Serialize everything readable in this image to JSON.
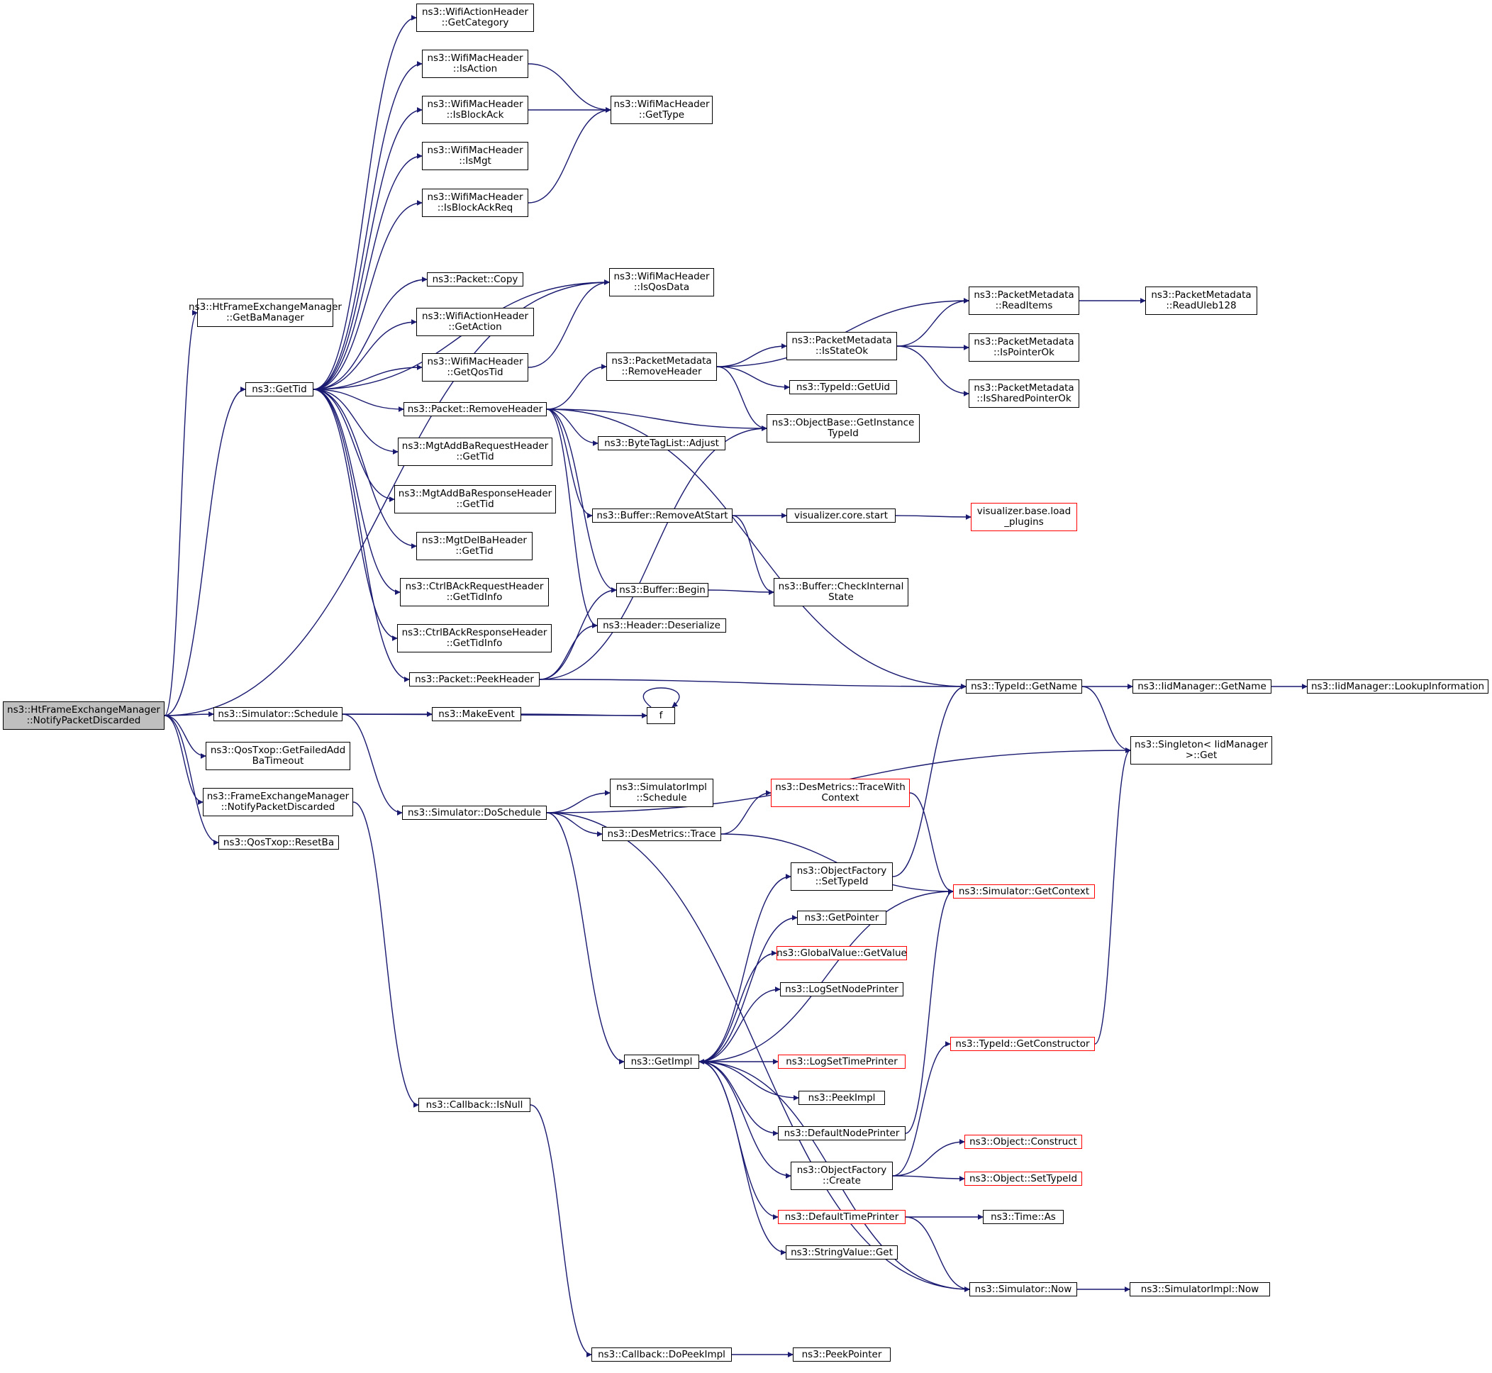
{
  "colors": {
    "edge": "#191970",
    "border": "#000000",
    "truncated_border": "#ff0000",
    "root_fill": "#bfbfbf"
  },
  "nodes": [
    {
      "id": "root",
      "label": "ns3::HtFrameExchangeManager\n::NotifyPacketDiscarded",
      "root": true
    },
    {
      "id": "getBaManager",
      "label": "ns3::HtFrameExchangeManager\n::GetBaManager"
    },
    {
      "id": "getTid",
      "label": "ns3::GetTid"
    },
    {
      "id": "schedule",
      "label": "ns3::Simulator::Schedule"
    },
    {
      "id": "getFailedAddBa",
      "label": "ns3::QosTxop::GetFailedAdd\nBaTimeout"
    },
    {
      "id": "femNotify",
      "label": "ns3::FrameExchangeManager\n::NotifyPacketDiscarded"
    },
    {
      "id": "resetBa",
      "label": "ns3::QosTxop::ResetBa"
    },
    {
      "id": "getCategory",
      "label": "ns3::WifiActionHeader\n::GetCategory"
    },
    {
      "id": "isAction",
      "label": "ns3::WifiMacHeader\n::IsAction"
    },
    {
      "id": "isBlockAck",
      "label": "ns3::WifiMacHeader\n::IsBlockAck"
    },
    {
      "id": "isMgt",
      "label": "ns3::WifiMacHeader\n::IsMgt"
    },
    {
      "id": "isBlockAckReq",
      "label": "ns3::WifiMacHeader\n::IsBlockAckReq"
    },
    {
      "id": "packetCopy",
      "label": "ns3::Packet::Copy"
    },
    {
      "id": "getAction",
      "label": "ns3::WifiActionHeader\n::GetAction"
    },
    {
      "id": "getQosTid",
      "label": "ns3::WifiMacHeader\n::GetQosTid"
    },
    {
      "id": "packetRemoveHeader",
      "label": "ns3::Packet::RemoveHeader"
    },
    {
      "id": "addBaReqGetTid",
      "label": "ns3::MgtAddBaRequestHeader\n::GetTid"
    },
    {
      "id": "addBaRespGetTid",
      "label": "ns3::MgtAddBaResponseHeader\n::GetTid"
    },
    {
      "id": "delBaGetTid",
      "label": "ns3::MgtDelBaHeader\n::GetTid"
    },
    {
      "id": "ctrlReqTidInfo",
      "label": "ns3::CtrlBAckRequestHeader\n::GetTidInfo"
    },
    {
      "id": "ctrlRespTidInfo",
      "label": "ns3::CtrlBAckResponseHeader\n::GetTidInfo"
    },
    {
      "id": "packetPeekHeader",
      "label": "ns3::Packet::PeekHeader"
    },
    {
      "id": "getType",
      "label": "ns3::WifiMacHeader\n::GetType"
    },
    {
      "id": "isQosData",
      "label": "ns3::WifiMacHeader\n::IsQosData"
    },
    {
      "id": "pmRemoveHeader",
      "label": "ns3::PacketMetadata\n::RemoveHeader"
    },
    {
      "id": "byteTagAdjust",
      "label": "ns3::ByteTagList::Adjust"
    },
    {
      "id": "bufferRemoveAtStart",
      "label": "ns3::Buffer::RemoveAtStart"
    },
    {
      "id": "bufferBegin",
      "label": "ns3::Buffer::Begin"
    },
    {
      "id": "headerDeserialize",
      "label": "ns3::Header::Deserialize"
    },
    {
      "id": "pmReadItems",
      "label": "ns3::PacketMetadata\n::ReadItems"
    },
    {
      "id": "pmIsStateOk",
      "label": "ns3::PacketMetadata\n::IsStateOk"
    },
    {
      "id": "typeIdGetUid",
      "label": "ns3::TypeId::GetUid"
    },
    {
      "id": "getInstanceTypeId",
      "label": "ns3::ObjectBase::GetInstance\nTypeId"
    },
    {
      "id": "pmReadUleb",
      "label": "ns3::PacketMetadata\n::ReadUleb128"
    },
    {
      "id": "pmIsPointerOk",
      "label": "ns3::PacketMetadata\n::IsPointerOk"
    },
    {
      "id": "pmIsSharedPointerOk",
      "label": "ns3::PacketMetadata\n::IsSharedPointerOk"
    },
    {
      "id": "visCoreStart",
      "label": "visualizer.core.start"
    },
    {
      "id": "visBaseLoad",
      "label": "visualizer.base.load\n_plugins",
      "truncated": true
    },
    {
      "id": "checkInternalState",
      "label": "ns3::Buffer::CheckInternal\nState"
    },
    {
      "id": "typeIdGetName",
      "label": "ns3::TypeId::GetName"
    },
    {
      "id": "iidGetName",
      "label": "ns3::IidManager::GetName"
    },
    {
      "id": "iidLookup",
      "label": "ns3::IidManager::LookupInformation"
    },
    {
      "id": "singletonGet",
      "label": "ns3::Singleton< IidManager\n >::Get"
    },
    {
      "id": "makeEvent",
      "label": "ns3::MakeEvent"
    },
    {
      "id": "f",
      "label": "f"
    },
    {
      "id": "doSchedule",
      "label": "ns3::Simulator::DoSchedule"
    },
    {
      "id": "simImplSchedule",
      "label": "ns3::SimulatorImpl\n::Schedule"
    },
    {
      "id": "desTrace",
      "label": "ns3::DesMetrics::Trace"
    },
    {
      "id": "desTraceWithContext",
      "label": "ns3::DesMetrics::TraceWith\nContext",
      "truncated": true
    },
    {
      "id": "getContext",
      "label": "ns3::Simulator::GetContext",
      "truncated": true
    },
    {
      "id": "ofSetTypeId",
      "label": "ns3::ObjectFactory\n::SetTypeId"
    },
    {
      "id": "getPointer",
      "label": "ns3::GetPointer"
    },
    {
      "id": "globalGetValue",
      "label": "ns3::GlobalValue::GetValue",
      "truncated": true
    },
    {
      "id": "logSetNodePrinter",
      "label": "ns3::LogSetNodePrinter"
    },
    {
      "id": "getImpl",
      "label": "ns3::GetImpl"
    },
    {
      "id": "logSetTimePrinter",
      "label": "ns3::LogSetTimePrinter",
      "truncated": true
    },
    {
      "id": "peekImpl",
      "label": "ns3::PeekImpl"
    },
    {
      "id": "defaultNodePrinter",
      "label": "ns3::DefaultNodePrinter"
    },
    {
      "id": "ofCreate",
      "label": "ns3::ObjectFactory\n::Create"
    },
    {
      "id": "defaultTimePrinter",
      "label": "ns3::DefaultTimePrinter",
      "truncated": true
    },
    {
      "id": "stringValueGet",
      "label": "ns3::StringValue::Get"
    },
    {
      "id": "typeIdGetConstructor",
      "label": "ns3::TypeId::GetConstructor",
      "truncated": true
    },
    {
      "id": "objectConstruct",
      "label": "ns3::Object::Construct",
      "truncated": true
    },
    {
      "id": "objectSetTypeId",
      "label": "ns3::Object::SetTypeId",
      "truncated": true
    },
    {
      "id": "timeAs",
      "label": "ns3::Time::As"
    },
    {
      "id": "simulatorNow",
      "label": "ns3::Simulator::Now"
    },
    {
      "id": "simImplNow",
      "label": "ns3::SimulatorImpl::Now"
    },
    {
      "id": "callbackIsNull",
      "label": "ns3::Callback::IsNull"
    },
    {
      "id": "callbackDoPeekImpl",
      "label": "ns3::Callback::DoPeekImpl"
    },
    {
      "id": "peekPointer",
      "label": "ns3::PeekPointer"
    }
  ]
}
